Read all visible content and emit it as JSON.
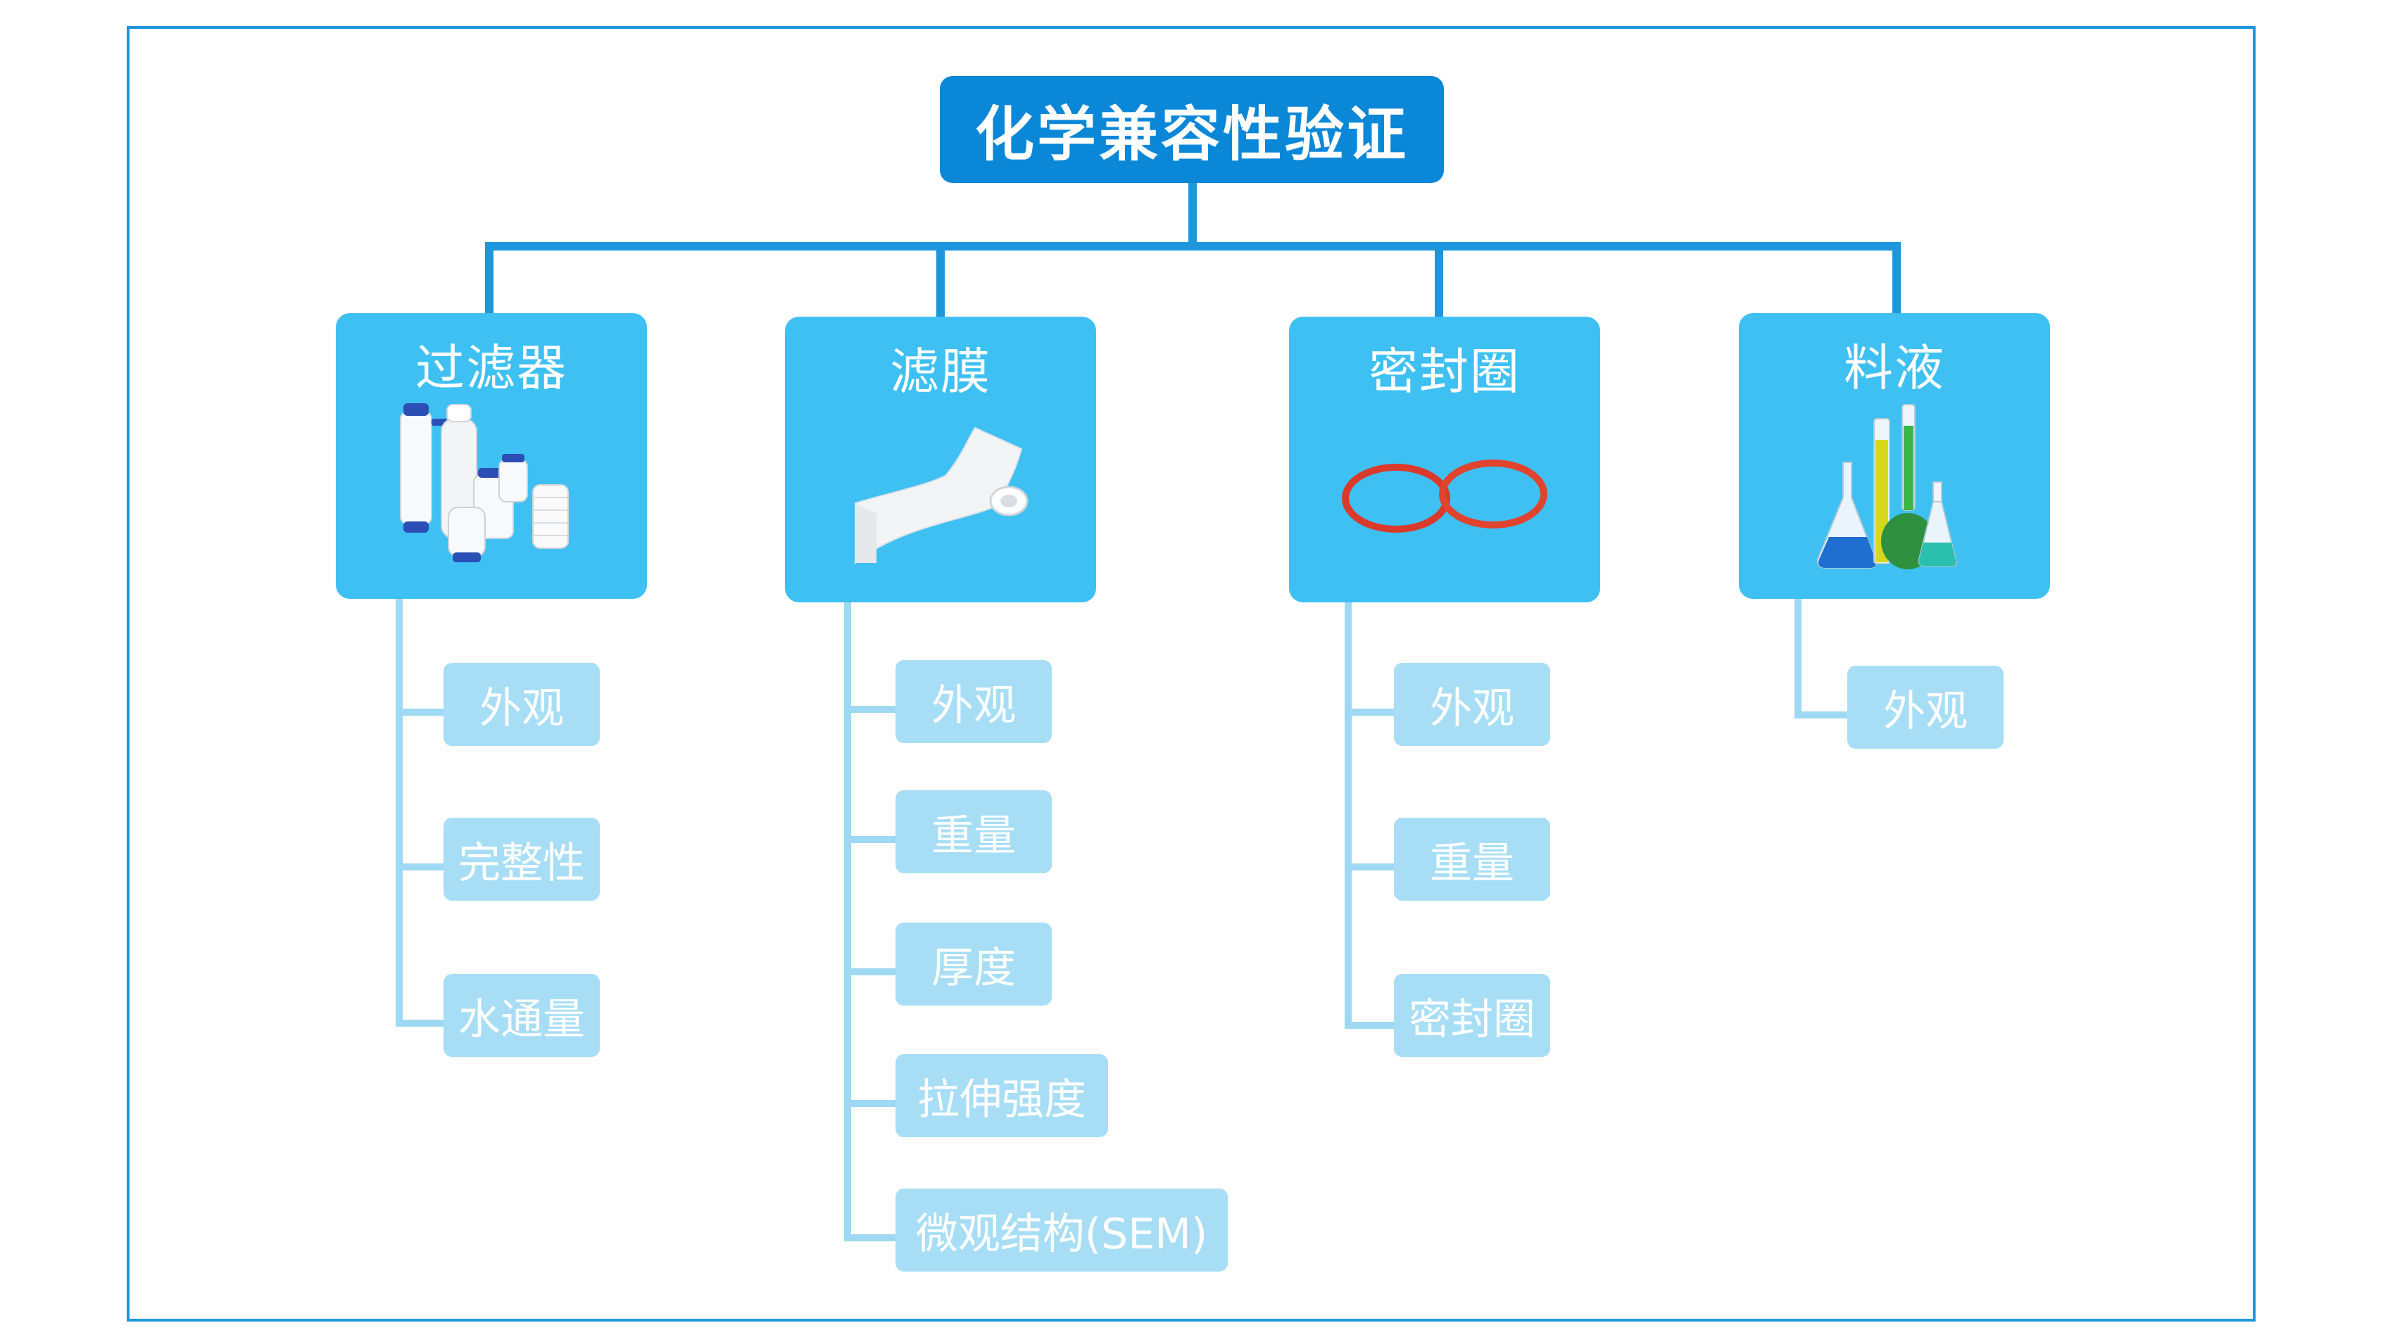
{
  "title": "化学兼容性验证",
  "categories": [
    {
      "label": "过滤器",
      "icon": "filter-cartridges-icon",
      "tests": [
        "外观",
        "完整性",
        "水通量"
      ]
    },
    {
      "label": "滤膜",
      "icon": "membrane-roll-icon",
      "tests": [
        "外观",
        "重量",
        "厚度",
        "拉伸强度",
        "微观结构(SEM)"
      ]
    },
    {
      "label": "密封圈",
      "icon": "o-rings-icon",
      "tests": [
        "外观",
        "重量",
        "密封圈"
      ]
    },
    {
      "label": "料液",
      "icon": "lab-flasks-icon",
      "tests": [
        "外观"
      ]
    }
  ],
  "colors": {
    "primary": "#0b87d8",
    "category": "#3ec0f3",
    "test": "#a8def5",
    "connector": "#1e96dc",
    "tree_line": "#9ed8f3"
  }
}
